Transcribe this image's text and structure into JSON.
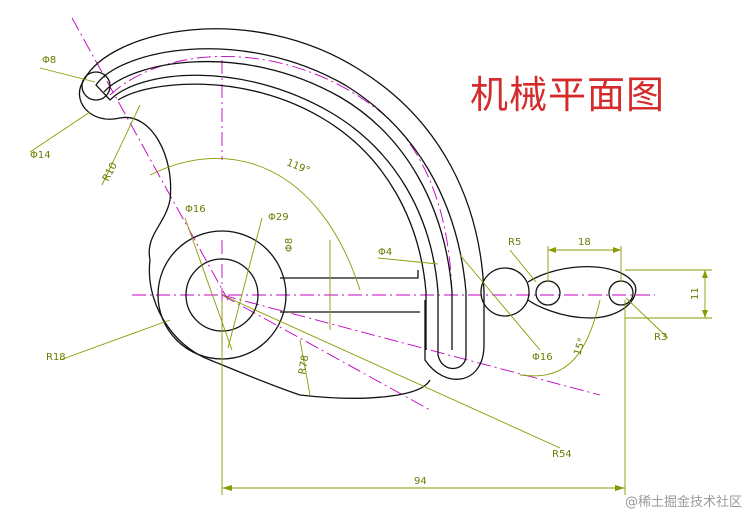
{
  "title": "机械平面图",
  "watermark": "@稀土掘金技术社区",
  "colors": {
    "outline": "#111111",
    "centerline": "#c000c0",
    "dimension": "#8a9a00",
    "title": "#d42c2c"
  },
  "dimensions": {
    "phi8_top": "Φ8",
    "phi14": "Φ14",
    "r10": "R10",
    "angle_119": "119°",
    "phi16_left": "Φ16",
    "phi29": "Φ29",
    "phi8_mid": "Φ8",
    "phi4": "Φ4",
    "r5": "R5",
    "d18": "18",
    "d11": "11",
    "r3": "R3",
    "phi16_right": "Φ16",
    "angle_15": "15°",
    "r18": "R18",
    "r78": "R78",
    "r54": "R54",
    "d94": "94"
  }
}
